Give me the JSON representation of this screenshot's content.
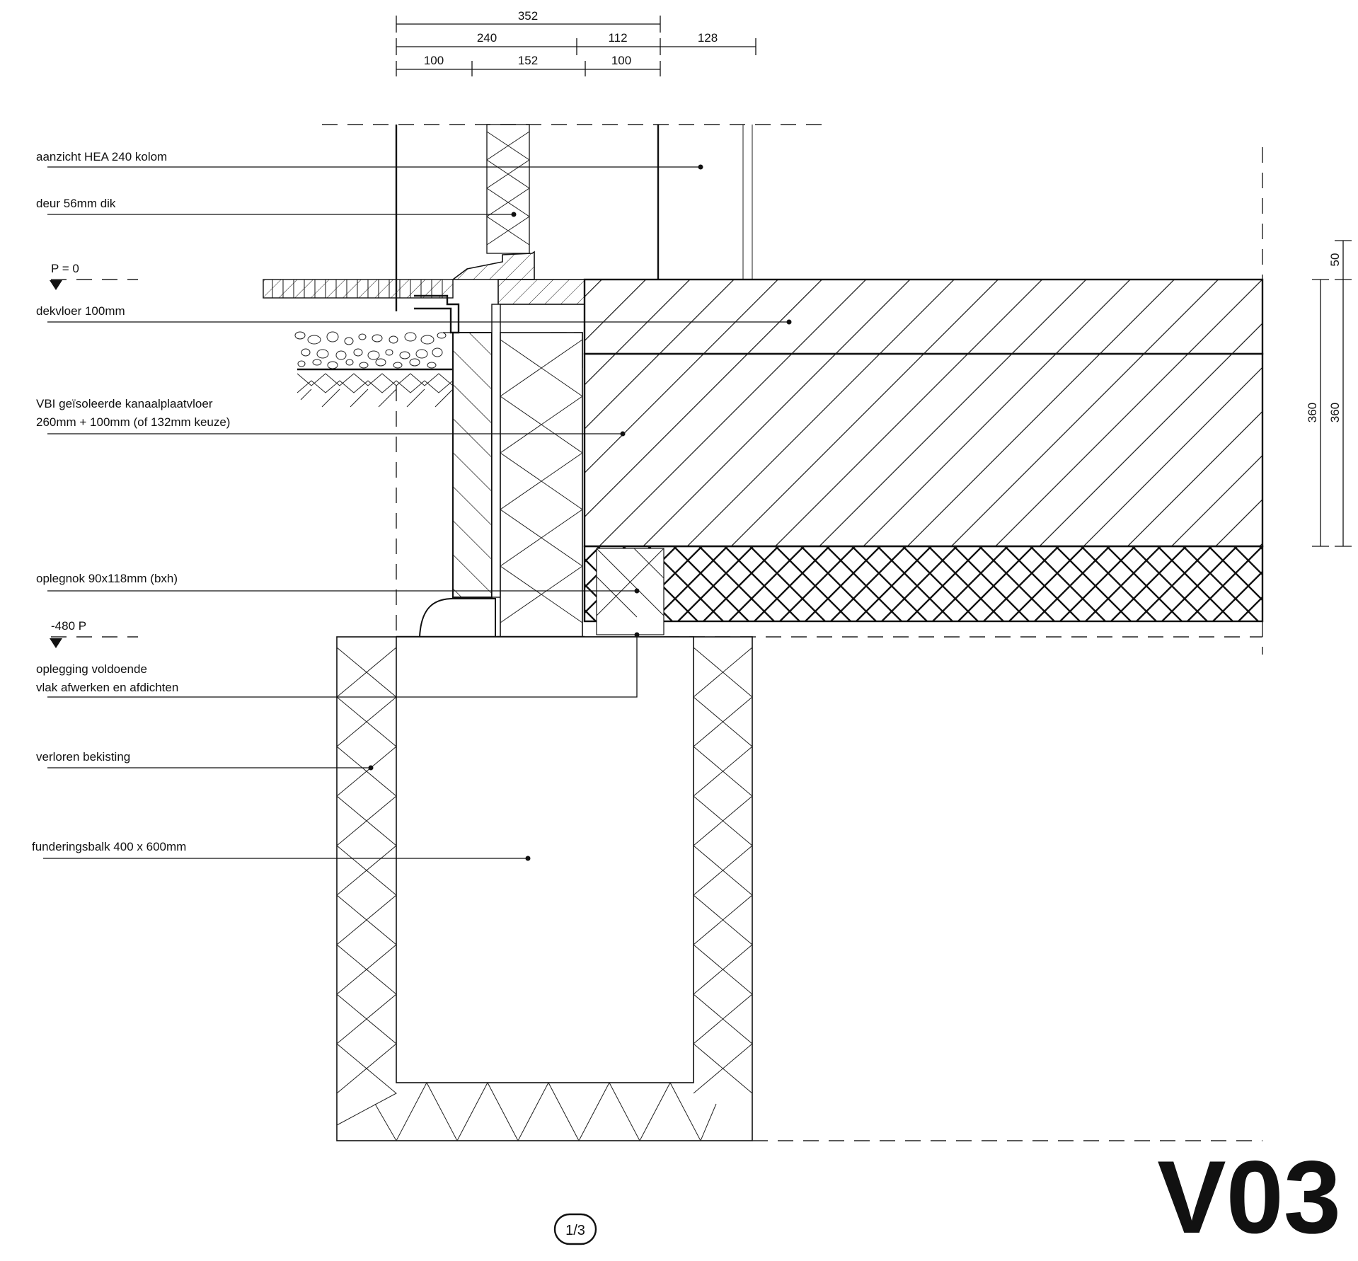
{
  "drawing": {
    "code": "V03",
    "page": "1/3"
  },
  "dimensions": {
    "top": [
      "352",
      "240",
      "112",
      "128",
      "100",
      "152",
      "100"
    ],
    "right": [
      "50",
      "360",
      "360"
    ]
  },
  "levels": {
    "ground": "P = 0",
    "foundation": "-480 P"
  },
  "labels": [
    "aanzicht HEA 240 kolom",
    "deur 56mm dik",
    "dekvloer 100mm",
    "VBI geïsoleerde kanaalplaatvloer",
    "260mm + 100mm (of 132mm keuze)",
    "oplegnok 90x118mm (bxh)",
    "oplegging voldoende",
    " vlak afwerken en afdichten",
    "verloren bekisting",
    "funderingsbalk 400 x 600mm"
  ]
}
